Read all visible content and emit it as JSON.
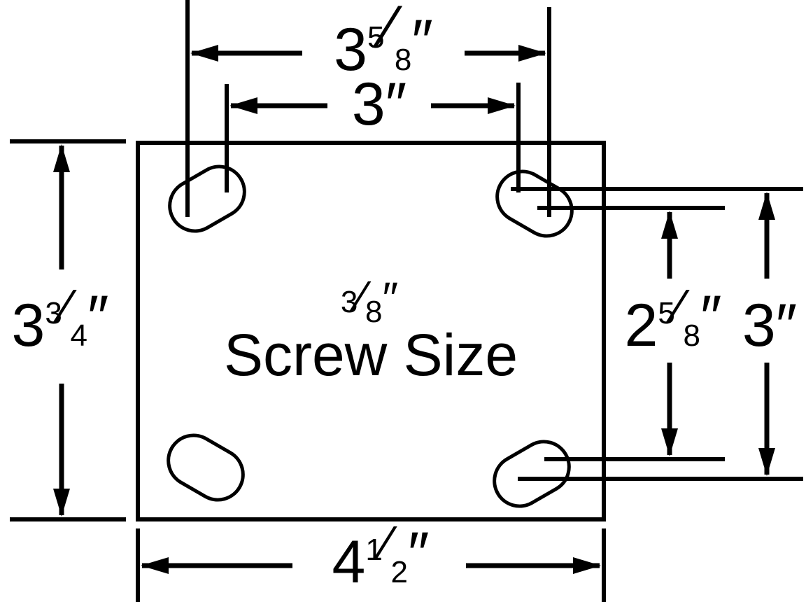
{
  "colors": {
    "ink": "#000000",
    "background": "#ffffff"
  },
  "center_label": {
    "size_numerator": "3",
    "size_slash": "⁄",
    "size_denominator": "8",
    "size_inch": "″",
    "text": "Screw Size"
  },
  "dimensions": {
    "top_outer": {
      "whole": "3",
      "num": "5",
      "den": "8",
      "inch": "″"
    },
    "top_inner": {
      "whole": "3",
      "inch": "″"
    },
    "left_height": {
      "whole": "3",
      "num": "3",
      "den": "4",
      "inch": "″"
    },
    "bottom_width": {
      "whole": "4",
      "num": "1",
      "den": "2",
      "inch": "″"
    },
    "right_inner": {
      "whole": "2",
      "num": "5",
      "den": "8",
      "inch": "″"
    },
    "right_outer": {
      "whole": "3",
      "inch": "″"
    }
  }
}
